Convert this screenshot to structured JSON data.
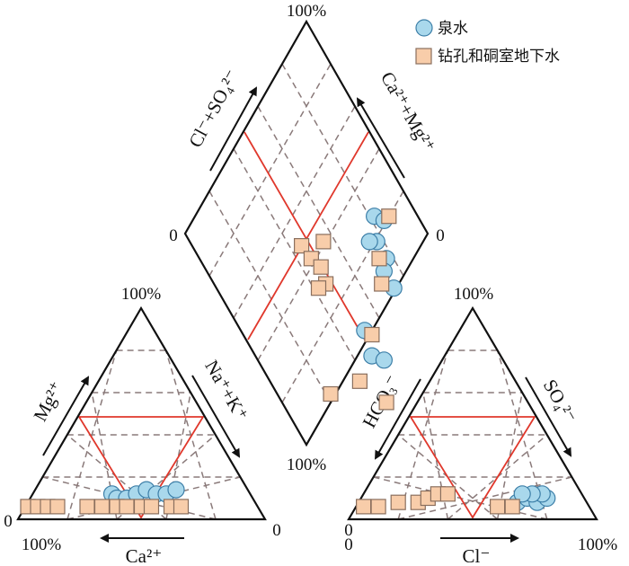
{
  "chart_data": {
    "type": "scatter",
    "diagram": "piper",
    "legend": {
      "placement": "top-right",
      "items": [
        {
          "label": "泉水",
          "marker": "circle",
          "fill": "#a9d8ec",
          "stroke": "#3d7fa8"
        },
        {
          "label": "钻孔和硐室地下水",
          "marker": "square",
          "fill": "#f8cdaa",
          "stroke": "#8a6f5e"
        }
      ]
    },
    "labels": {
      "diamond_top": "100%",
      "diamond_left": "0",
      "diamond_right": "0",
      "diamond_bottom": "100%",
      "cation_top": "100%",
      "cation_left": "0",
      "cation_right": "0",
      "cation_bottom_left": "100%",
      "anion_top": "100%",
      "anion_bottom_left": "0",
      "anion_left": "0",
      "anion_bottom_right": "100%"
    },
    "axes": {
      "cl_so4": "Cl⁻+SO₄²⁻",
      "ca_mg": "Ca²⁺+Mg²⁺",
      "mg": "Mg²⁺",
      "na_k": "Na⁺+K⁺",
      "ca": "Ca²⁺",
      "hco3": "HCO₃⁻",
      "so4": "SO₄²⁻",
      "cl": "Cl⁻"
    },
    "grid_step_percent": 20,
    "grid_style": "dashed",
    "series": [
      {
        "name": "泉水",
        "marker": "circle",
        "cation": [
          [
            38,
            12
          ],
          [
            40,
            10
          ],
          [
            44,
            10
          ],
          [
            48,
            12
          ],
          [
            52,
            14
          ],
          [
            56,
            12
          ],
          [
            60,
            12
          ],
          [
            64,
            14
          ]
        ],
        "anion": [
          [
            68,
            8
          ],
          [
            72,
            10
          ],
          [
            76,
            8
          ],
          [
            80,
            10
          ],
          [
            78,
            12
          ],
          [
            74,
            12
          ],
          [
            70,
            12
          ]
        ],
        "diamond": [
          [
            78,
            46
          ],
          [
            82,
            47
          ],
          [
            79,
            52
          ],
          [
            76,
            52
          ],
          [
            83,
            56
          ],
          [
            82,
            59
          ],
          [
            86,
            63
          ],
          [
            74,
            73
          ],
          [
            77,
            79
          ],
          [
            82,
            80
          ]
        ]
      },
      {
        "name": "钻孔和硐室地下水",
        "marker": "square",
        "cation": [
          [
            4,
            6
          ],
          [
            8,
            6
          ],
          [
            12,
            6
          ],
          [
            16,
            6
          ],
          [
            28,
            6
          ],
          [
            34,
            6
          ],
          [
            40,
            6
          ],
          [
            44,
            6
          ],
          [
            50,
            6
          ],
          [
            54,
            6
          ],
          [
            62,
            6
          ],
          [
            66,
            6
          ]
        ],
        "anion": [
          [
            6,
            6
          ],
          [
            12,
            6
          ],
          [
            20,
            8
          ],
          [
            28,
            8
          ],
          [
            32,
            10
          ],
          [
            36,
            12
          ],
          [
            40,
            12
          ],
          [
            60,
            6
          ],
          [
            66,
            6
          ]
        ],
        "diamond": [
          [
            48,
            53
          ],
          [
            57,
            52
          ],
          [
            52,
            56
          ],
          [
            56,
            58
          ],
          [
            58,
            62
          ],
          [
            55,
            63
          ],
          [
            84,
            46
          ],
          [
            80,
            56
          ],
          [
            81,
            62
          ],
          [
            77,
            74
          ],
          [
            72,
            85
          ],
          [
            60,
            88
          ],
          [
            83,
            90
          ]
        ]
      }
    ]
  }
}
